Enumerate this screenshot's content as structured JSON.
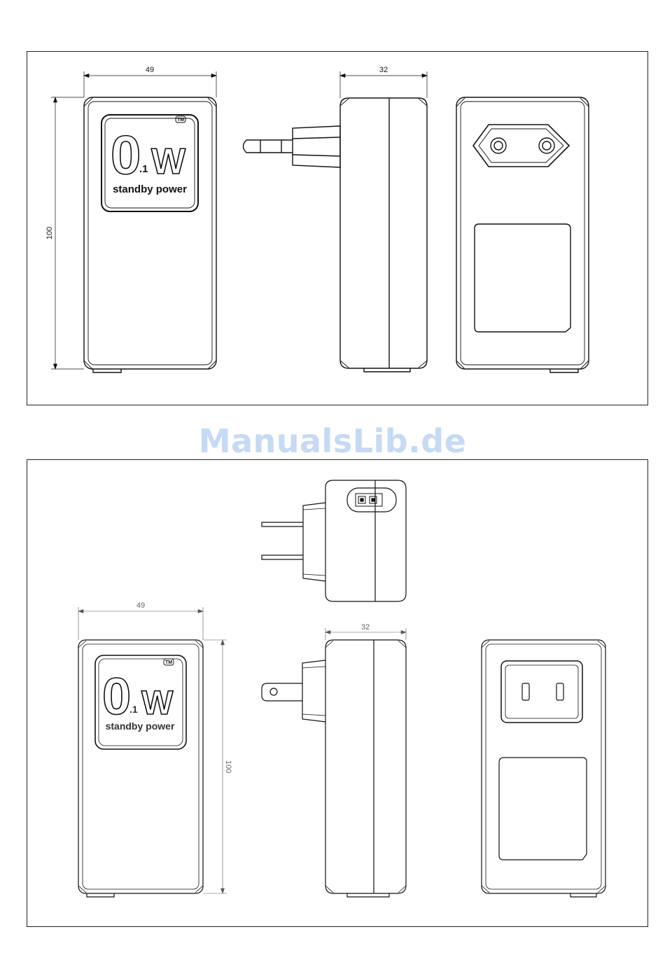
{
  "watermark": "ManualsLib.de",
  "eu_drawing": {
    "width_dim": "49",
    "depth_dim": "32",
    "height_dim": "100",
    "logo": {
      "big": "0",
      "sub": ".1",
      "unit": "W",
      "caption": "standby power",
      "tm": "TM"
    }
  },
  "us_drawing": {
    "width_dim": "49",
    "depth_dim": "32",
    "height_dim": "100",
    "logo": {
      "big": "0",
      "sub": ".1",
      "unit": "W",
      "caption": "standby power",
      "tm": "TM"
    }
  }
}
